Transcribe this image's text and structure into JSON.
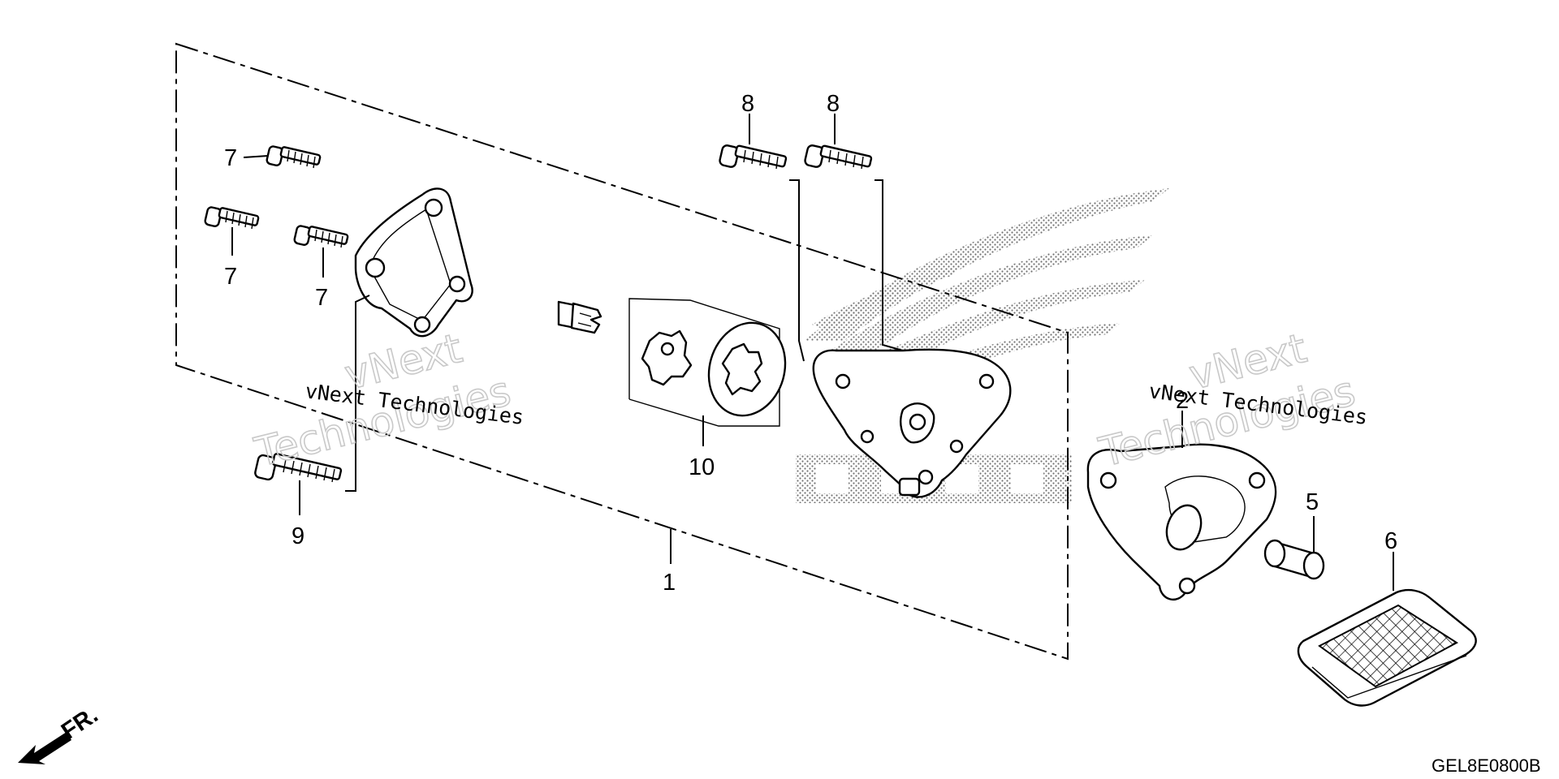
{
  "diagram": {
    "callouts": {
      "p1": "1",
      "p2": "2",
      "p5": "5",
      "p6": "6",
      "p7a": "7",
      "p7b": "7",
      "p7c": "7",
      "p8a": "8",
      "p8b": "8",
      "p9": "9",
      "p10": "10"
    },
    "watermark": {
      "text_left": "vNext Technologies",
      "text_right": "vNext Technologies",
      "ghost_brand": "vNext",
      "ghost_sub": "Technologies"
    },
    "front_marker": "FR.",
    "diagram_code": "GEL8E0800B"
  }
}
